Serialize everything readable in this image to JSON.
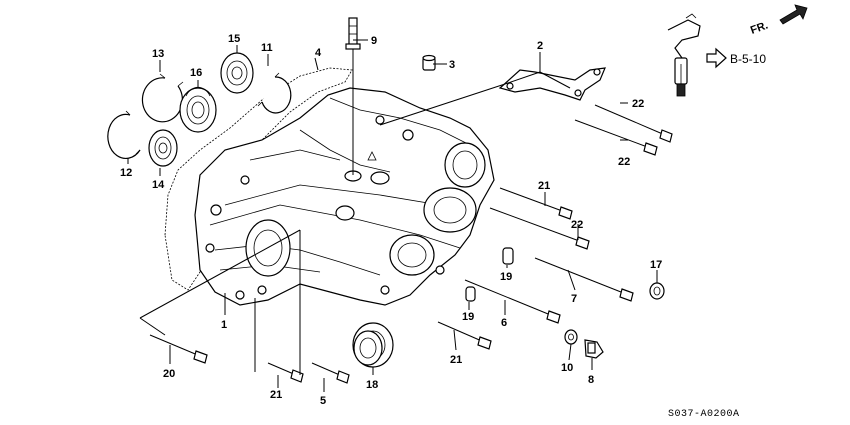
{
  "callouts": [
    {
      "id": "c1",
      "text": "1"
    },
    {
      "id": "c2",
      "text": "2"
    },
    {
      "id": "c3",
      "text": "3"
    },
    {
      "id": "c4",
      "text": "4"
    },
    {
      "id": "c5",
      "text": "5"
    },
    {
      "id": "c6",
      "text": "6"
    },
    {
      "id": "c7",
      "text": "7"
    },
    {
      "id": "c8",
      "text": "8"
    },
    {
      "id": "c9",
      "text": "9"
    },
    {
      "id": "c10",
      "text": "10"
    },
    {
      "id": "c11",
      "text": "11"
    },
    {
      "id": "c12",
      "text": "12"
    },
    {
      "id": "c13",
      "text": "13"
    },
    {
      "id": "c14",
      "text": "14"
    },
    {
      "id": "c15",
      "text": "15"
    },
    {
      "id": "c16",
      "text": "16"
    },
    {
      "id": "c17",
      "text": "17"
    },
    {
      "id": "c18",
      "text": "18"
    },
    {
      "id": "c19a",
      "text": "19"
    },
    {
      "id": "c19b",
      "text": "19"
    },
    {
      "id": "c20",
      "text": "20"
    },
    {
      "id": "c21a",
      "text": "21"
    },
    {
      "id": "c21b",
      "text": "21"
    },
    {
      "id": "c21c",
      "text": "21"
    },
    {
      "id": "c22a",
      "text": "22"
    },
    {
      "id": "c22b",
      "text": "22"
    },
    {
      "id": "c22c",
      "text": "22"
    }
  ],
  "reference": "B-5-10",
  "front_marker": "FR.",
  "diagram_code": "S037-A0200A"
}
